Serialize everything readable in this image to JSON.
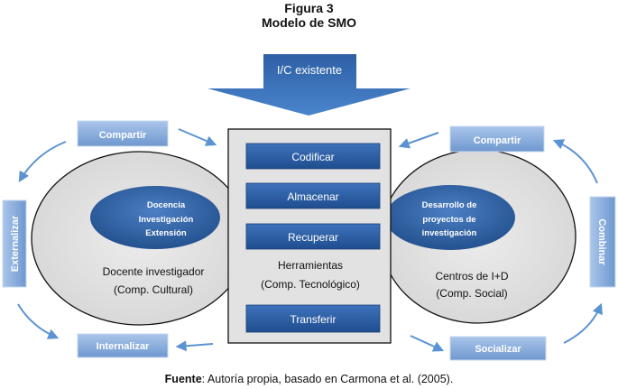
{
  "figure": {
    "number": "Figura 3",
    "title": "Modelo de SMO"
  },
  "diagram": {
    "top_arrow": "I/C existente",
    "left_cluster": {
      "ellipse_lines": [
        "Docencia",
        "Investigación",
        "Extensión"
      ],
      "caption_lines": [
        "Docente investigador",
        "(Comp. Cultural)"
      ]
    },
    "center": {
      "buttons": [
        "Codificar",
        "Almacenar",
        "Recuperar",
        "Transferir"
      ],
      "caption_lines": [
        "Herramientas",
        "(Comp. Tecnológico)"
      ]
    },
    "right_cluster": {
      "ellipse_lines": [
        "Desarrollo de",
        "proyectos de",
        "investigación"
      ],
      "caption_lines": [
        "Centros de I+D",
        "(Comp. Social)"
      ]
    },
    "process_labels": {
      "share_left": "Compartir",
      "share_right": "Compartir",
      "externalize": "Externalizar",
      "internalize": "Internalizar",
      "combine": "Combinar",
      "socialize": "Socializar"
    }
  },
  "source": {
    "label": "Fuente",
    "text": ": Autoría propia, basado en Carmona et al. (2005)."
  },
  "colors": {
    "box_fill": "#7ea6d8",
    "dark_blue": "#2f5fa3",
    "ellipse_gray": "#e4e4e4",
    "center_panel": "#e2e2e2",
    "arrow_blue": "#4f8ad0"
  }
}
